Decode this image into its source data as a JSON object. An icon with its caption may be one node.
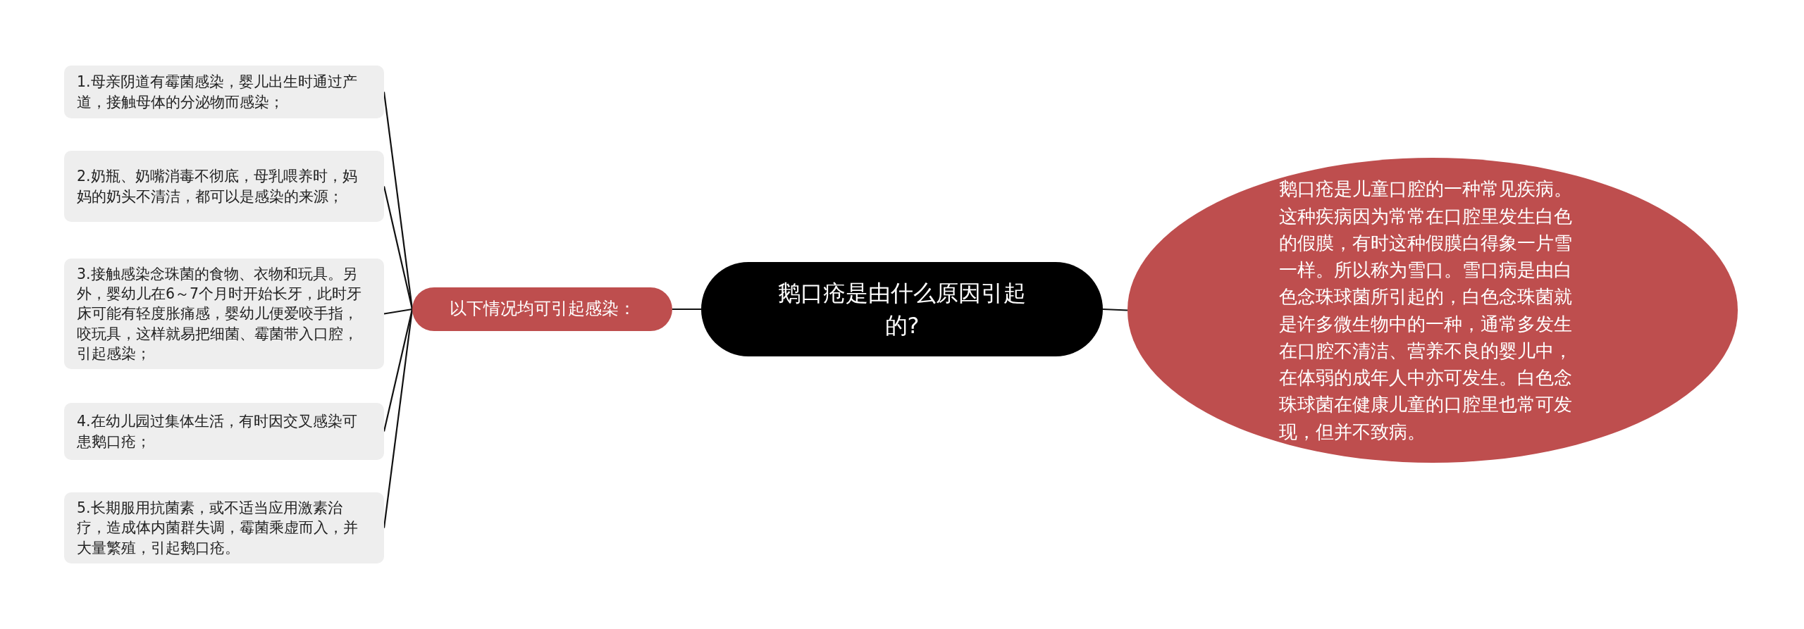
{
  "diagram": {
    "nodes": [
      {
        "text": [
          "鹅口疮是由什么原因引起的?"
        ]
      },
      {
        "text": [
          "鹅口疮是儿童口腔的一种常见疾病。这种疾病因为常常在口腔里发生白色的假膜，有时这种假膜白得象一片雪一样。所以称为雪口。雪口病是由白色念珠球菌所引起的，白色念珠菌就是许多微生物中的一种，通常多发生在口腔不清洁、营养不良的婴儿中，在体弱的成年人中亦可发生。白色念珠球菌在健康儿童的口腔里也常可发现，但并不致病。"
        ]
      },
      {
        "text": [
          "以下情况均可引起感染："
        ]
      },
      {
        "text": [
          "1.母亲阴道有霉菌感染，婴儿出生时通过产道，接触母体的分泌物而感染；"
        ]
      },
      {
        "text": [
          "2.奶瓶、奶嘴消毒不彻底，母乳喂养时，妈妈的奶头不清洁，都可以是感染的来源；"
        ]
      },
      {
        "text": [
          "3.接触感染念珠菌的食物、衣物和玩具。另外，婴幼儿在6～7个月时开始长牙，此时牙床可能有轻度胀痛感，婴幼儿便爱咬手指，咬玩具，这样就易把细菌、霉菌带入口腔，引起感染；"
        ]
      },
      {
        "text": [
          "4.在幼儿园过集体生活，有时因交叉感染可患鹅口疮；"
        ]
      },
      {
        "text": [
          "5.长期服用抗菌素，或不适当应用激素治疗，造成体内菌群失调，霉菌乘虚而入，并大量繁殖，引起鹅口疮。"
        ]
      }
    ],
    "edges": [
      {
        "from": 0,
        "to": 1,
        "arrow": "none"
      },
      {
        "from": 0,
        "to": 2,
        "arrow": "none"
      },
      {
        "from": 2,
        "to": 3,
        "arrow": "none"
      },
      {
        "from": 2,
        "to": 4,
        "arrow": "none"
      },
      {
        "from": 2,
        "to": 5,
        "arrow": "none"
      },
      {
        "from": 2,
        "to": 6,
        "arrow": "none"
      },
      {
        "from": 2,
        "to": 7,
        "arrow": "none"
      }
    ]
  }
}
